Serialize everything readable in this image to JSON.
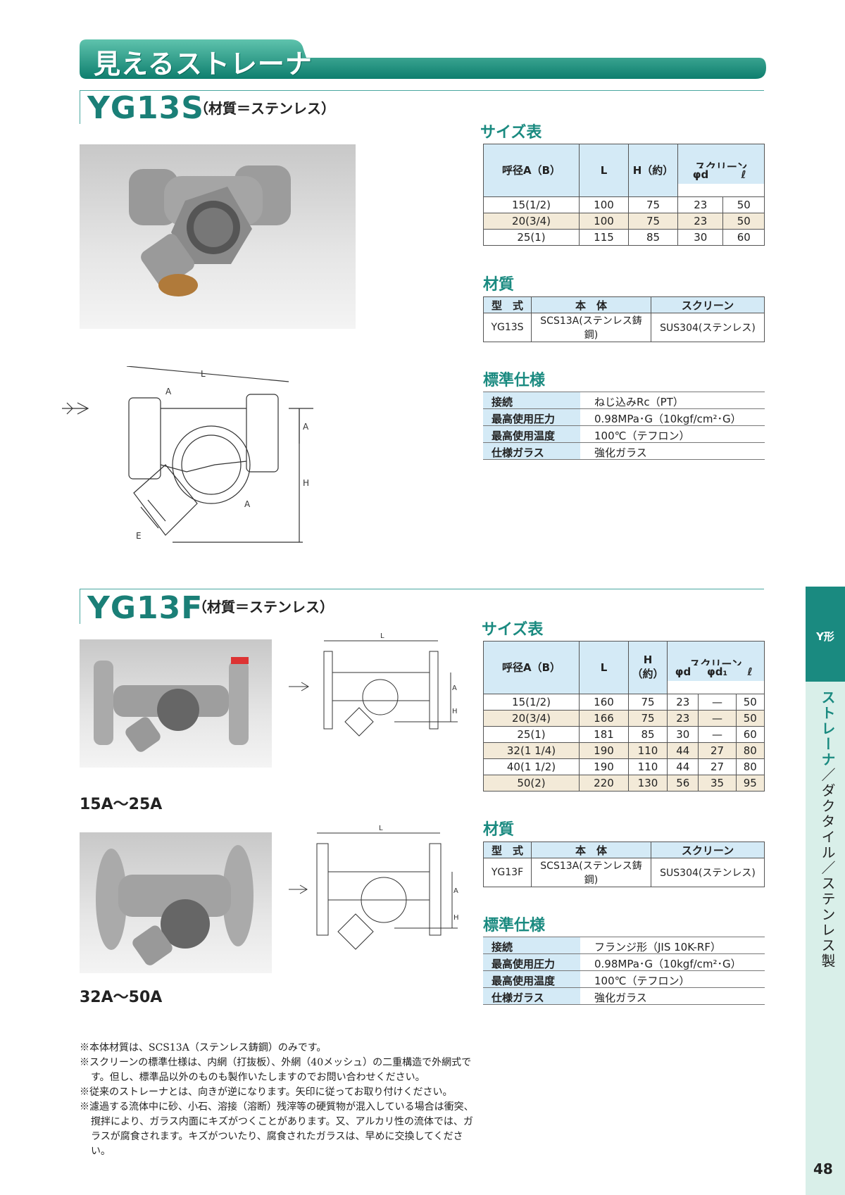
{
  "page": {
    "banner_title": "見えるストレーナ",
    "page_number": "48"
  },
  "sidebar": {
    "tab_label": "Y形",
    "category_highlight": "ストレーナ",
    "category_rest": "／ダクタイル／ステンレス製"
  },
  "yg13s": {
    "model": "YG13S",
    "material_note": "（材質＝ステンレス）",
    "size_title": "サイズ表",
    "size_headers": [
      "呼径A（B）",
      "L",
      "H（約）",
      "スクリーン",
      "φd",
      "ℓ"
    ],
    "size_rows": [
      [
        "15(1/2)",
        "100",
        "75",
        "23",
        "50"
      ],
      [
        "20(3/4)",
        "100",
        "75",
        "23",
        "50"
      ],
      [
        "25(1)",
        "115",
        "85",
        "30",
        "60"
      ]
    ],
    "material_title": "材質",
    "material_headers": [
      "型　式",
      "本　体",
      "スクリーン"
    ],
    "material_row": [
      "YG13S",
      "SCS13A(ステンレス鋳鋼)",
      "SUS304(ステンレス)"
    ],
    "spec_title": "標準仕様",
    "spec": [
      {
        "k": "接続",
        "v": "ねじ込みRc（PT）"
      },
      {
        "k": "最高使用圧力",
        "v": "0.98MPa･G（10kgf/cm²･G）"
      },
      {
        "k": "最高使用温度",
        "v": "100℃（テフロン）"
      },
      {
        "k": "仕様ガラス",
        "v": "強化ガラス"
      }
    ]
  },
  "yg13f": {
    "model": "YG13F",
    "material_note": "（材質＝ステンレス）",
    "size_title": "サイズ表",
    "size_headers": [
      "呼径A（B）",
      "L",
      "H（約）",
      "スクリーン",
      "φd",
      "φd₁",
      "ℓ"
    ],
    "size_rows": [
      [
        "15(1/2)",
        "160",
        "75",
        "23",
        "—",
        "50"
      ],
      [
        "20(3/4)",
        "166",
        "75",
        "23",
        "—",
        "50"
      ],
      [
        "25(1)",
        "181",
        "85",
        "30",
        "—",
        "60"
      ],
      [
        "32(1 1/4)",
        "190",
        "110",
        "44",
        "27",
        "80"
      ],
      [
        "40(1 1/2)",
        "190",
        "110",
        "44",
        "27",
        "80"
      ],
      [
        "50(2)",
        "220",
        "130",
        "56",
        "35",
        "95"
      ]
    ],
    "caption_small": "15A〜25A",
    "caption_large": "32A〜50A",
    "material_title": "材質",
    "material_headers": [
      "型　式",
      "本　体",
      "スクリーン"
    ],
    "material_row": [
      "YG13F",
      "SCS13A(ステンレス鋳鋼)",
      "SUS304(ステンレス)"
    ],
    "spec_title": "標準仕様",
    "spec": [
      {
        "k": "接続",
        "v": "フランジ形（JIS 10K-RF）"
      },
      {
        "k": "最高使用圧力",
        "v": "0.98MPa･G（10kgf/cm²･G）"
      },
      {
        "k": "最高使用温度",
        "v": "100℃（テフロン）"
      },
      {
        "k": "仕様ガラス",
        "v": "強化ガラス"
      }
    ]
  },
  "notes": [
    "※本体材質は、SCS13A（ステンレス鋳鋼）のみです。",
    "※スクリーンの標準仕様は、内網（打抜板）、外網（40メッシュ）の二重構造で外網式です。但し、標準品以外のものも製作いたしますのでお問い合わせください。",
    "※従来のストレーナとは、向きが逆になります。矢印に従ってお取り付けください。",
    "※濾過する流体中に砂、小石、溶接（溶断）残滓等の硬質物が混入している場合は衝突、撹拌により、ガラス内面にキズがつくことがあります。又、アルカリ性の流体では、ガラスが腐食されます。キズがついたり、腐食されたガラスは、早めに交換してください。"
  ],
  "diagram_labels": {
    "l": "L",
    "a": "A",
    "h": "H",
    "e": "E"
  }
}
